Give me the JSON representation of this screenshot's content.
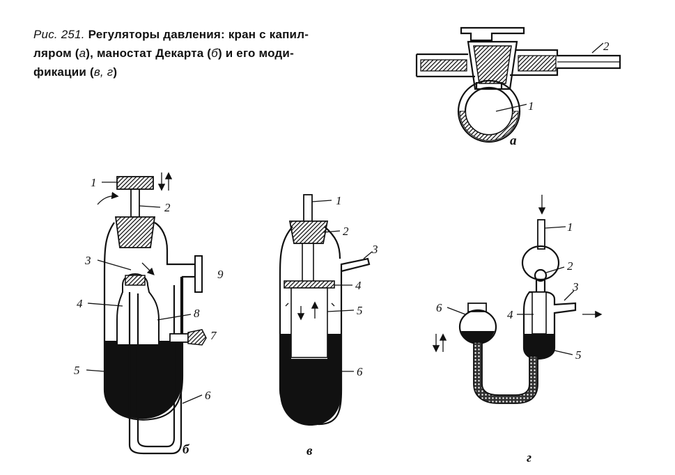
{
  "caption": {
    "fig_label": "Рис. 251.",
    "line1": "Регуляторы давления: кран с капил-",
    "line2a": "ляром (",
    "a": "а",
    "line2b": "), маностат Декарта (",
    "b": "б",
    "line2c": ") и его моди-",
    "line3a": "фикации (",
    "vg": "в, г",
    "line3b": ")"
  },
  "diagrams": {
    "a": {
      "letter": "а",
      "labels": [
        "1",
        "2"
      ]
    },
    "b": {
      "letter": "б",
      "labels": [
        "1",
        "2",
        "3",
        "4",
        "5",
        "6",
        "7",
        "8",
        "9"
      ]
    },
    "v": {
      "letter": "в",
      "labels": [
        "1",
        "2",
        "3",
        "4",
        "5",
        "6"
      ]
    },
    "g": {
      "letter": "г",
      "labels": [
        "1",
        "2",
        "3",
        "4",
        "5",
        "6"
      ]
    }
  }
}
